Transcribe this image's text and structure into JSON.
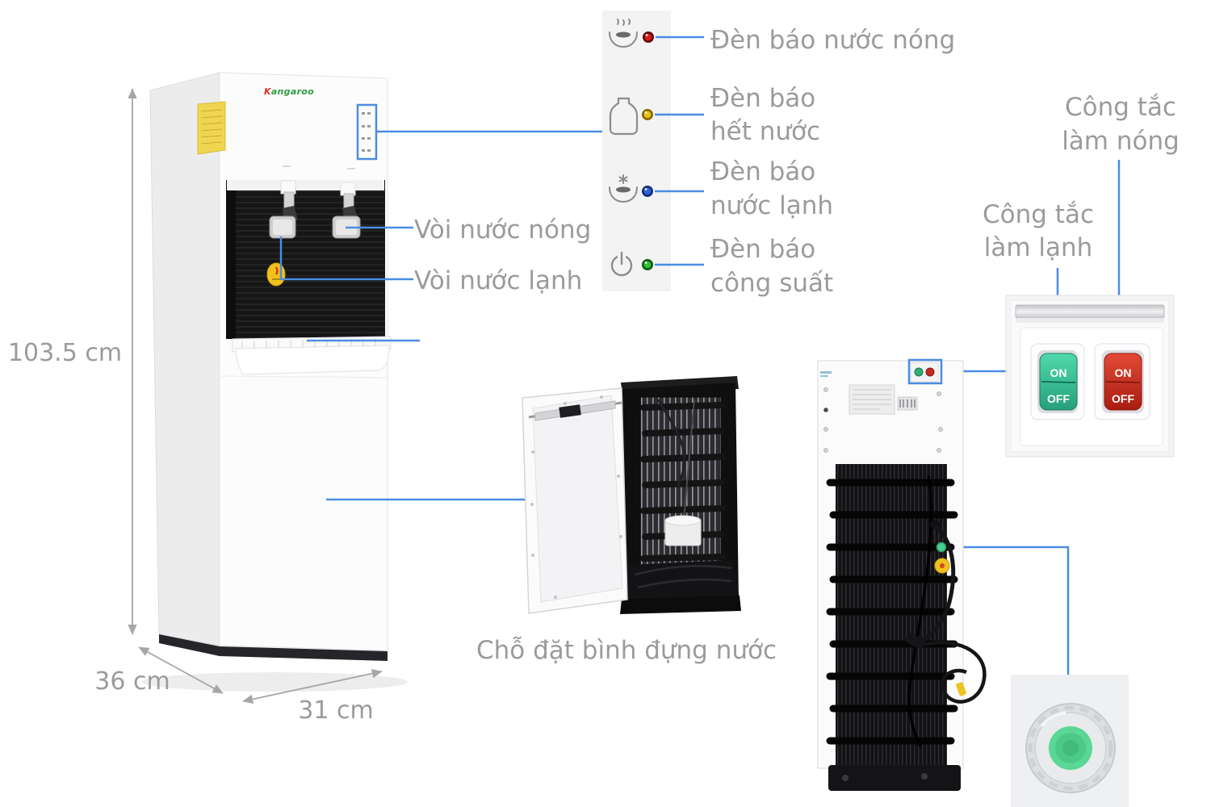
{
  "product": {
    "brand_initial": "K",
    "brand_rest": "angaroo",
    "dimensions": {
      "height": "103.5 cm",
      "depth": "36 cm",
      "width": "31 cm"
    }
  },
  "front_annotations": {
    "hot_tap_label": "Vòi nước nóng",
    "cold_tap_label": "Vòi nước lạnh"
  },
  "indicator_panel": {
    "items": [
      {
        "icon": "hot-water-cup-icon",
        "led_color": "#e01818",
        "label": "Đèn báo nước nóng"
      },
      {
        "icon": "water-bottle-icon",
        "led_color": "#e8c020",
        "label": "Đèn báo\nhết nước"
      },
      {
        "icon": "cold-water-cup-icon",
        "led_color": "#2f62d8",
        "label": "Đèn báo\nnước lạnh"
      },
      {
        "icon": "power-icon",
        "led_color": "#2fc234",
        "label": "Đèn báo\ncông suất"
      }
    ]
  },
  "switches": {
    "heating_label": "Công tắc\nlàm nóng",
    "cooling_label": "Công tắc\nlàm lạnh",
    "on_label": "ON",
    "off_label": "OFF"
  },
  "compartment_caption": "Chỗ đặt bình đựng nước",
  "colors": {
    "annotation_line": "#4a8de2",
    "label_text": "#9b9b9b"
  }
}
